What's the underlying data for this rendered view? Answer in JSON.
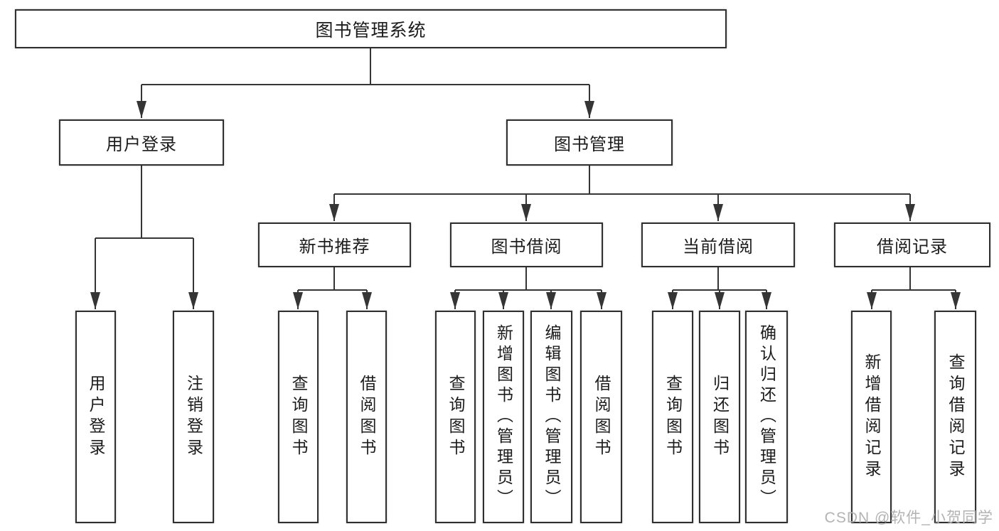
{
  "diagram": {
    "root": "图书管理系统",
    "branches": [
      {
        "label": "用户登录",
        "children": [
          "用户登录",
          "注销登录"
        ]
      },
      {
        "label": "图书管理",
        "sections": [
          {
            "label": "新书推荐",
            "children": [
              "查询图书",
              "借阅图书"
            ]
          },
          {
            "label": "图书借阅",
            "children": [
              "查询图书",
              "新增图书（管理员）",
              "编辑图书（管理员）",
              "借阅图书"
            ]
          },
          {
            "label": "当前借阅",
            "children": [
              "查询图书",
              "归还图书",
              "确认归还（管理员）"
            ]
          },
          {
            "label": "借阅记录",
            "children": [
              "新增借阅记录",
              "查询借阅记录"
            ]
          }
        ]
      }
    ]
  },
  "watermark": {
    "text": "CSDN @软件_小贺同学"
  },
  "colors": {
    "line": "#353535",
    "border": "#303030",
    "text": "#1c1c1c",
    "watermark": "#b3b3b3",
    "background": "#ffffff"
  }
}
